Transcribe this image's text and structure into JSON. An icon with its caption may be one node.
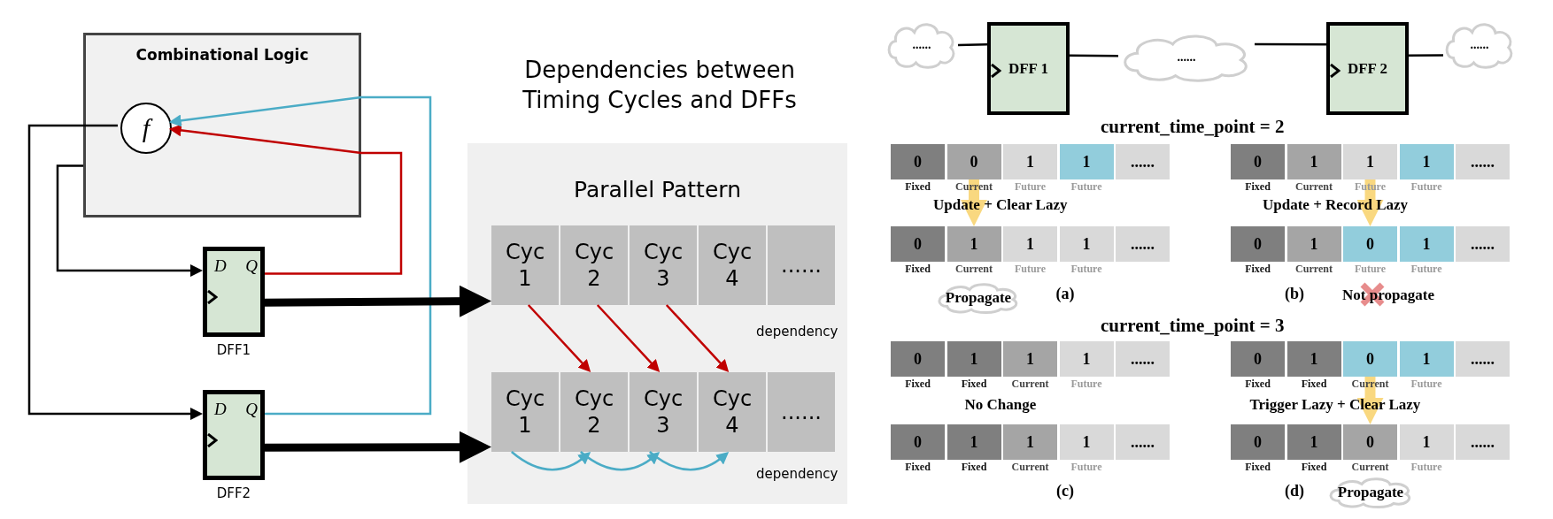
{
  "diagram": {
    "nodes": [
      {
        "text": [
          "Combinational Logic"
        ]
      },
      {
        "text": [
          "f"
        ],
        "in": 0
      },
      {
        "text": [
          "D",
          "Q"
        ],
        "beside": [
          "DFF1"
        ]
      },
      {
        "text": [
          "D",
          "Q"
        ],
        "beside": [
          "DFF2"
        ]
      },
      {
        "text": [
          "Parallel Pattern"
        ]
      },
      {
        "text": [
          "Cyc 1"
        ],
        "in": 4
      },
      {
        "text": [
          "Cyc 2"
        ],
        "in": 4
      },
      {
        "text": [
          "Cyc 3"
        ],
        "in": 4
      },
      {
        "text": [
          "Cyc 4"
        ],
        "in": 4
      },
      {
        "text": [
          "......"
        ],
        "in": 4
      },
      {
        "text": [
          "Cyc 1"
        ],
        "in": 4
      },
      {
        "text": [
          "Cyc 2"
        ],
        "in": 4
      },
      {
        "text": [
          "Cyc 3"
        ],
        "in": 4
      },
      {
        "text": [
          "Cyc 4"
        ],
        "in": 4
      },
      {
        "text": [
          "......"
        ],
        "in": 4
      },
      {
        "text": [
          "......"
        ]
      },
      {
        "text": [
          "DFF 1"
        ]
      },
      {
        "text": [
          "......"
        ]
      },
      {
        "text": [
          "DFF 2"
        ]
      },
      {
        "text": [
          "......"
        ]
      },
      {
        "text": [
          "0"
        ],
        "beside": [
          "Fixed"
        ]
      },
      {
        "text": [
          "0"
        ],
        "beside": [
          "Current"
        ]
      },
      {
        "text": [
          "1"
        ],
        "beside": [
          "Future"
        ]
      },
      {
        "text": [
          "1"
        ],
        "beside": [
          "Future"
        ]
      },
      {
        "text": [
          "......"
        ]
      },
      {
        "text": [
          "0"
        ],
        "beside": [
          "Fixed"
        ]
      },
      {
        "text": [
          "1"
        ],
        "beside": [
          "Current"
        ]
      },
      {
        "text": [
          "1"
        ],
        "beside": [
          "Future"
        ]
      },
      {
        "text": [
          "1"
        ],
        "beside": [
          "Future"
        ]
      },
      {
        "text": [
          "......"
        ]
      },
      {
        "text": [
          "0"
        ],
        "beside": [
          "Fixed"
        ]
      },
      {
        "text": [
          "1"
        ],
        "beside": [
          "Current"
        ]
      },
      {
        "text": [
          "1"
        ],
        "beside": [
          "Future"
        ]
      },
      {
        "text": [
          "1"
        ],
        "beside": [
          "Future"
        ]
      },
      {
        "text": [
          "......"
        ]
      },
      {
        "text": [
          "0"
        ],
        "beside": [
          "Fixed"
        ]
      },
      {
        "text": [
          "1"
        ],
        "beside": [
          "Current"
        ]
      },
      {
        "text": [
          "0"
        ],
        "beside": [
          "Future"
        ]
      },
      {
        "text": [
          "1"
        ],
        "beside": [
          "Future"
        ]
      },
      {
        "text": [
          "......"
        ]
      },
      {
        "text": [
          "Propagate"
        ]
      },
      {
        "text": [
          "0"
        ],
        "beside": [
          "Fixed"
        ]
      },
      {
        "text": [
          "1"
        ],
        "beside": [
          "Fixed"
        ]
      },
      {
        "text": [
          "1"
        ],
        "beside": [
          "Current"
        ]
      },
      {
        "text": [
          "1"
        ],
        "beside": [
          "Future"
        ]
      },
      {
        "text": [
          "......"
        ]
      },
      {
        "text": [
          "0"
        ],
        "beside": [
          "Fixed"
        ]
      },
      {
        "text": [
          "1"
        ],
        "beside": [
          "Fixed"
        ]
      },
      {
        "text": [
          "0"
        ],
        "beside": [
          "Current"
        ]
      },
      {
        "text": [
          "1"
        ],
        "beside": [
          "Future"
        ]
      },
      {
        "text": [
          "......"
        ]
      },
      {
        "text": [
          "0"
        ],
        "beside": [
          "Fixed"
        ]
      },
      {
        "text": [
          "1"
        ],
        "beside": [
          "Fixed"
        ]
      },
      {
        "text": [
          "1"
        ],
        "beside": [
          "Current"
        ]
      },
      {
        "text": [
          "1"
        ],
        "beside": [
          "Future"
        ]
      },
      {
        "text": [
          "......"
        ]
      },
      {
        "text": [
          "0"
        ],
        "beside": [
          "Fixed"
        ]
      },
      {
        "text": [
          "1"
        ],
        "beside": [
          "Fixed"
        ]
      },
      {
        "text": [
          "0"
        ],
        "beside": [
          "Current"
        ]
      },
      {
        "text": [
          "1"
        ],
        "beside": [
          "Future"
        ]
      },
      {
        "text": [
          "......"
        ]
      },
      {
        "text": [
          "Propagate"
        ]
      }
    ],
    "edges": [
      {
        "from": 1,
        "to": 3,
        "arrow": "to"
      },
      {
        "from": 0,
        "to": 2,
        "arrow": "to"
      },
      {
        "from": 2,
        "to": 1,
        "arrow": "to",
        "color": "#c00000"
      },
      {
        "from": 3,
        "to": 1,
        "arrow": "to",
        "color": "#4bacc6"
      },
      {
        "from": 2,
        "to": 5,
        "arrow": "to",
        "style": "thick"
      },
      {
        "from": 3,
        "to": 10,
        "arrow": "to",
        "style": "thick"
      },
      {
        "from": 5,
        "to": 11,
        "arrow": "to",
        "color": "#c00000"
      },
      {
        "from": 6,
        "to": 12,
        "arrow": "to",
        "color": "#c00000"
      },
      {
        "from": 7,
        "to": 13,
        "arrow": "to",
        "color": "#c00000"
      },
      {
        "from": 10,
        "to": 11,
        "arrow": "to",
        "color": "#4bacc6"
      },
      {
        "from": 11,
        "to": 12,
        "arrow": "to",
        "color": "#4bacc6"
      },
      {
        "from": 12,
        "to": 13,
        "arrow": "to",
        "color": "#4bacc6"
      },
      {
        "from": 15,
        "to": 16,
        "arrow": "none"
      },
      {
        "from": 16,
        "to": 17,
        "arrow": "none"
      },
      {
        "from": 17,
        "to": 18,
        "arrow": "none"
      },
      {
        "from": 18,
        "to": 19,
        "arrow": "none"
      },
      {
        "from": 21,
        "to": 31,
        "arrow": "to",
        "style": "thick",
        "color": "#f8d26a"
      },
      {
        "from": 27,
        "to": 37,
        "arrow": "to",
        "style": "thick",
        "color": "#f8d26a"
      },
      {
        "from": 48,
        "to": 58,
        "arrow": "to",
        "style": "thick",
        "color": "#f8d26a"
      }
    ],
    "labels": [
      "Dependencies between Timing Cycles and DFFs",
      "dependency",
      "dependency",
      "current_time_point = 2",
      "Update + Clear Lazy",
      "Update + Record Lazy",
      "(a)",
      "(b)",
      "Not propagate",
      "current_time_point = 3",
      "No Change",
      "Trigger Lazy + Clear Lazy",
      "(c)",
      "(d)"
    ]
  }
}
